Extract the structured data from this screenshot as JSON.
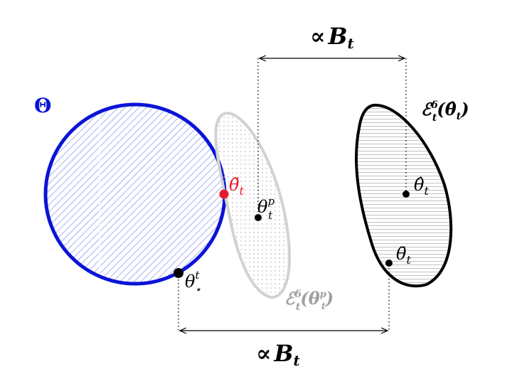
{
  "labels": {
    "theta_set": "Θ",
    "theta_tilde": "θ̃",
    "theta_tilde_sub": "t",
    "theta_p": "θ",
    "theta_p_sup": "p",
    "theta_p_sub": "t",
    "theta_star": "θ",
    "theta_star_sup": "t",
    "theta_star_sub": "⋆",
    "theta_hat": "θ̂",
    "theta_hat_sub": "t",
    "theta_bar": "θ̄",
    "theta_bar_sub": "t",
    "ellipse_p": "ℰ",
    "ellipse_p_sup": "δ",
    "ellipse_p_sub": "t",
    "ellipse_p_arg": "(θ",
    "ellipse_p_arg_sup": "p",
    "ellipse_p_arg_sub": "t",
    "ellipse_p_close": ")",
    "ellipse_hat": "ℰ",
    "ellipse_hat_sup": "δ",
    "ellipse_hat_sub": "t",
    "ellipse_hat_arg": "(θ̂",
    "ellipse_hat_arg_sub": "t",
    "ellipse_hat_close": ")",
    "bound_top": "∝",
    "bound_top_var": "B",
    "bound_top_sub": "t",
    "bound_bottom": "∝",
    "bound_bottom_var": "B",
    "bound_bottom_sub": "t"
  },
  "colors": {
    "theta_set": "#0a14d6",
    "theta_set_hatch": "#6f7cf0",
    "theta_tilde": "#e8192c",
    "ellipse_p": "#cfcfcf",
    "ellipse_p_label": "#a0a0a0",
    "ellipse_hat": "#000000",
    "ellipse_hat_hatch": "#bbbbbb",
    "point": "#000000"
  }
}
